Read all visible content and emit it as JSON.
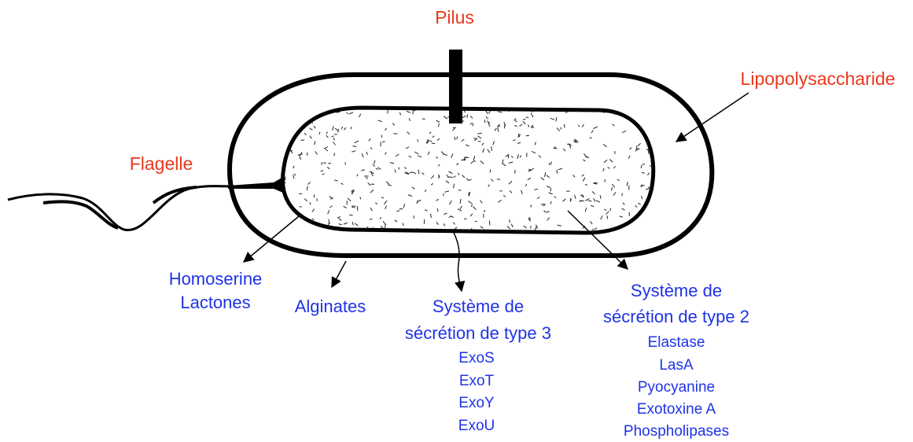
{
  "colors": {
    "structure_label": "#e8391e",
    "factor_label": "#1f33e6",
    "outline": "#000000",
    "background": "#ffffff"
  },
  "labels": {
    "pilus": "Pilus",
    "lipopolysaccharide": "Lipopolysaccharide",
    "flagelle": "Flagelle",
    "homoserine": [
      "Homoserine",
      "Lactones"
    ],
    "alginates": "Alginates",
    "t3ss": {
      "title": [
        "Système de",
        "sécrétion de type 3"
      ],
      "items": [
        "ExoS",
        "ExoT",
        "ExoY",
        "ExoU"
      ]
    },
    "t2ss": {
      "title": [
        "Système de",
        "sécrétion de type 2"
      ],
      "items": [
        "Elastase",
        "LasA",
        "Pyocyanine",
        "Exotoxine A",
        "Phospholipases"
      ]
    }
  }
}
